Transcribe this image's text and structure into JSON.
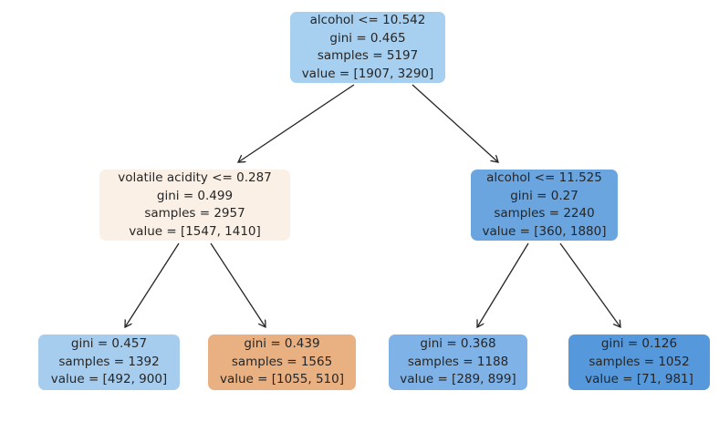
{
  "diagram": {
    "type": "decision-tree",
    "background_color": "#ffffff",
    "text_color": "#262626",
    "arrow_color": "#262626",
    "nodes": {
      "root": {
        "condition": "alcohol <= 10.542",
        "gini": "gini = 0.465",
        "samples": "samples = 5197",
        "value": "value = [1907, 3290]",
        "fill": "#a7cfef"
      },
      "left": {
        "condition": "volatile acidity <= 0.287",
        "gini": "gini = 0.499",
        "samples": "samples = 2957",
        "value": "value = [1547, 1410]",
        "fill": "#faf0e6"
      },
      "right": {
        "condition": "alcohol <= 11.525",
        "gini": "gini = 0.27",
        "samples": "samples = 2240",
        "value": "value = [360, 1880]",
        "fill": "#6aa5df"
      },
      "leaf1": {
        "gini": "gini = 0.457",
        "samples": "samples = 1392",
        "value": "value = [492, 900]",
        "fill": "#a7cdee"
      },
      "leaf2": {
        "gini": "gini = 0.439",
        "samples": "samples = 1565",
        "value": "value = [1055, 510]",
        "fill": "#e9b082"
      },
      "leaf3": {
        "gini": "gini = 0.368",
        "samples": "samples = 1188",
        "value": "value = [289, 899]",
        "fill": "#7fb2e7"
      },
      "leaf4": {
        "gini": "gini = 0.126",
        "samples": "samples = 1052",
        "value": "value = [71, 981]",
        "fill": "#5598db"
      }
    },
    "edges": [
      {
        "from": "root",
        "to": "left"
      },
      {
        "from": "root",
        "to": "right"
      },
      {
        "from": "left",
        "to": "leaf1"
      },
      {
        "from": "left",
        "to": "leaf2"
      },
      {
        "from": "right",
        "to": "leaf3"
      },
      {
        "from": "right",
        "to": "leaf4"
      }
    ]
  }
}
